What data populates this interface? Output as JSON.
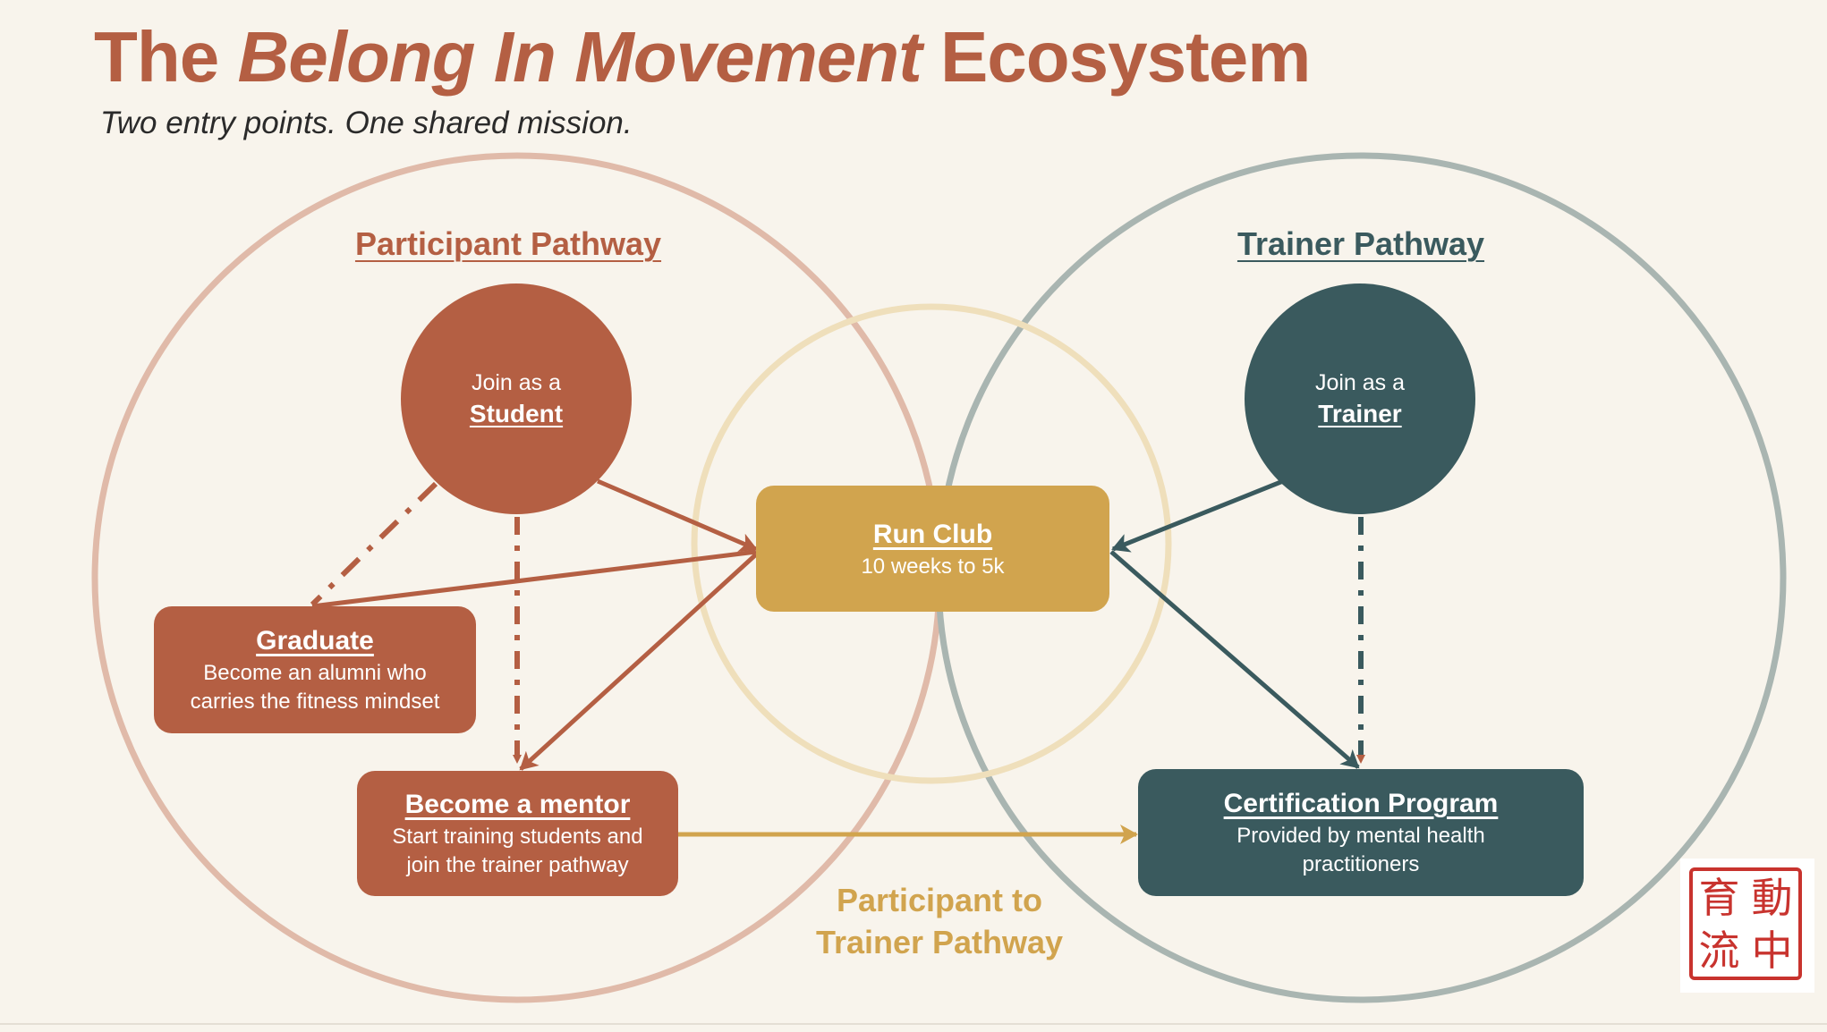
{
  "header": {
    "title_part1": "The ",
    "title_italic": "Belong In Movement",
    "title_part2": " Ecosystem",
    "subtitle": "Two entry points. One shared mission."
  },
  "pathways": {
    "participant_label": "Participant Pathway",
    "trainer_label": "Trainer Pathway",
    "bridge_label_line1": "Participant to",
    "bridge_label_line2": "Trainer Pathway"
  },
  "nodes": {
    "student": {
      "prefix": "Join as a",
      "label": "Student"
    },
    "trainer": {
      "prefix": "Join as a",
      "label": "Trainer"
    },
    "run_club": {
      "title": "Run Club",
      "description": "10 weeks to 5k"
    },
    "graduate": {
      "title": "Graduate",
      "description_line1": "Become an alumni who",
      "description_line2": "carries the fitness mindset"
    },
    "mentor": {
      "title": "Become a mentor",
      "description_line1": "Start training students and",
      "description_line2": "join the trainer pathway"
    },
    "certification": {
      "title": "Certification Program",
      "description_line1": "Provided by mental health",
      "description_line2": "practitioners"
    }
  },
  "seal": {
    "chars": [
      "育",
      "動",
      "流",
      "中"
    ]
  },
  "colors": {
    "background": "#F8F4EC",
    "participant": "#B45F43",
    "trainer": "#3A5A5E",
    "run_club": "#D1A44E",
    "participant_ring": "#DDB4A2",
    "trainer_ring": "#A9B5B1",
    "center_ring": "#EFDFBB",
    "seal_red": "#C8332E"
  }
}
